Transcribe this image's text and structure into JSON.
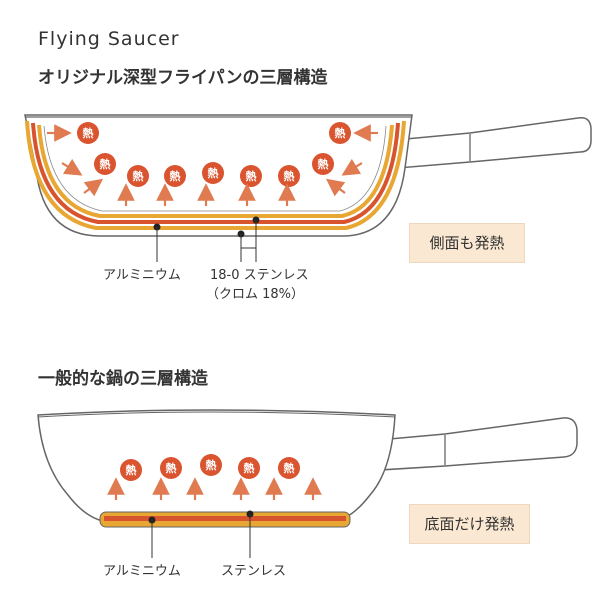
{
  "brand": "Flying Saucer",
  "section1": {
    "title": "オリジナル深型フライパンの三層構造",
    "badge": "側面も発熱",
    "label_aluminium": "アルミニウム",
    "label_stainless": "18-0 ステンレス",
    "label_chrome": "（クロム 18%）"
  },
  "section2": {
    "title": "一般的な鍋の三層構造",
    "badge": "底面だけ発熱",
    "label_aluminium": "アルミニウム",
    "label_stainless": "ステンレス"
  },
  "heat_glyph": "熱",
  "colors": {
    "heat_circle": "#d9542f",
    "arrow": "#e07a50",
    "outer_layer": "#e8a633",
    "middle_layer": "#d8542f",
    "badge_bg": "#fbe8d2",
    "outline": "#666666"
  }
}
